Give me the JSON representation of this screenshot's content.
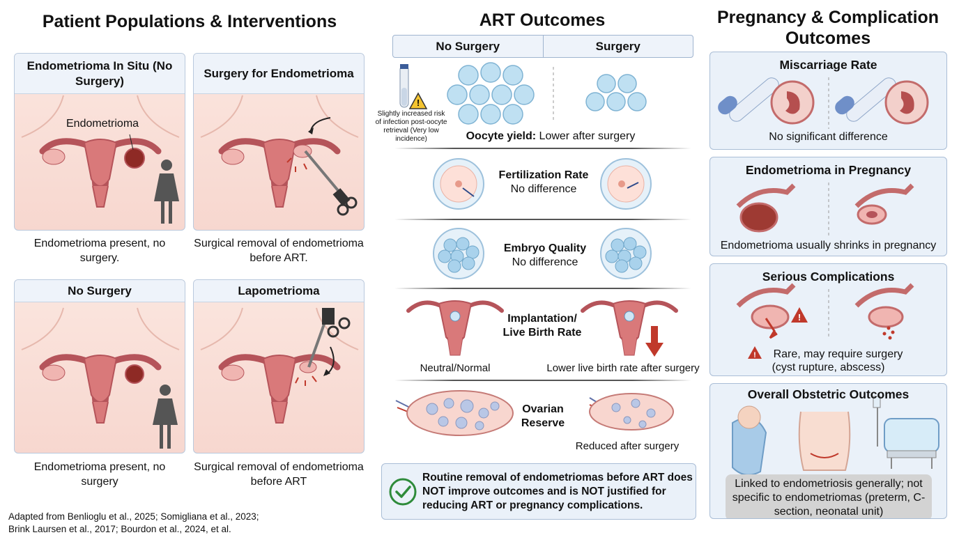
{
  "titles": {
    "left": "Patient Populations & Interventions",
    "middle": "ART Outcomes",
    "right": "Pregnancy & Complication Outcomes"
  },
  "left_panels": [
    {
      "header": "Endometrioma In Situ (No Surgery)",
      "label": "Endometrioma",
      "caption": "Endometrioma present, no surgery."
    },
    {
      "header": "Surgery for Endometrioma",
      "caption": "Surgical removal of endometrioma before ART."
    },
    {
      "header": "No Surgery",
      "caption": "Endometrioma present, no surgery"
    },
    {
      "header": "Lapometrioma",
      "caption": "Surgical removal of endometrioma before ART"
    }
  ],
  "middle": {
    "tabs": [
      "No Surgery",
      "Surgery"
    ],
    "infection_note": "Slightly increased risk of infection post-oocyte retrieval (Very low incidence)",
    "oocyte_bold": "Oocyte yield:",
    "oocyte_text": " Lower after surgery",
    "fertilization_title": "Fertilization Rate",
    "fertilization_text": "No difference",
    "embryo_title": "Embryo Quality",
    "embryo_text": "No difference",
    "implantation_title": "Implantation/ Live Birth Rate",
    "implantation_left": "Neutral/Normal",
    "implantation_right": "Lower live birth rate after surgery",
    "ovarian_title": "Ovarian Reserve",
    "ovarian_right": "Reduced after surgery",
    "conclusion": "Routine removal of endometriomas before ART does NOT improve outcomes and is NOT justified for reducing ART or pregnancy complications."
  },
  "right": {
    "miscarriage_title": "Miscarriage Rate",
    "miscarriage_text": "No significant difference",
    "pregnancy_title": "Endometrioma in Pregnancy",
    "pregnancy_text": "Endometrioma usually shrinks in pregnancy",
    "serious_title": "Serious Complications",
    "serious_text1": "Rare, may require surgery",
    "serious_text2": "(cyst rupture, abscess)",
    "obstetric_title": "Overall Obstetric Outcomes",
    "obstetric_text": "Linked to endometriosis generally; not specific to endometriomas (preterm, C-section, neonatal unit)"
  },
  "references": {
    "line1": "Adapted from Benlioglu et al., 2025; Somigliana et al., 2023;",
    "line2": "Brink Laursen et al., 2017; Bourdon et al., 2024, et al."
  },
  "colors": {
    "uterus": "#d9797a",
    "uterus_dark": "#b5545a",
    "skin": "#f7d7cf",
    "cell": "#bfe0f2",
    "panel_header": "#eef3fa",
    "border": "#a9bdd6",
    "arrow_red": "#c0392b",
    "check_green": "#2e8b3a",
    "warning_yellow": "#f4c430"
  }
}
